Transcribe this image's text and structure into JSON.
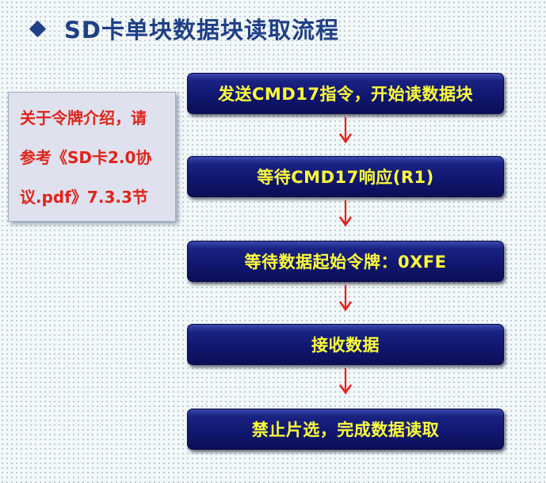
{
  "title": "SD卡单块数据块读取流程",
  "note": {
    "lines": [
      "关于令牌介绍，请",
      "参考《SD卡2.0协",
      "议.pdf》7.3.3节"
    ]
  },
  "steps": [
    "发送CMD17指令，开始读数据块",
    "等待CMD17响应(R1)",
    "等待数据起始令牌：0XFE",
    "接收数据",
    "禁止片选，完成数据读取"
  ],
  "colors": {
    "title": "#1f3f86",
    "note_text": "#e0241a",
    "step_text": "#ffff3a",
    "step_fill": "#141a74",
    "arrow": "#e4231b"
  }
}
